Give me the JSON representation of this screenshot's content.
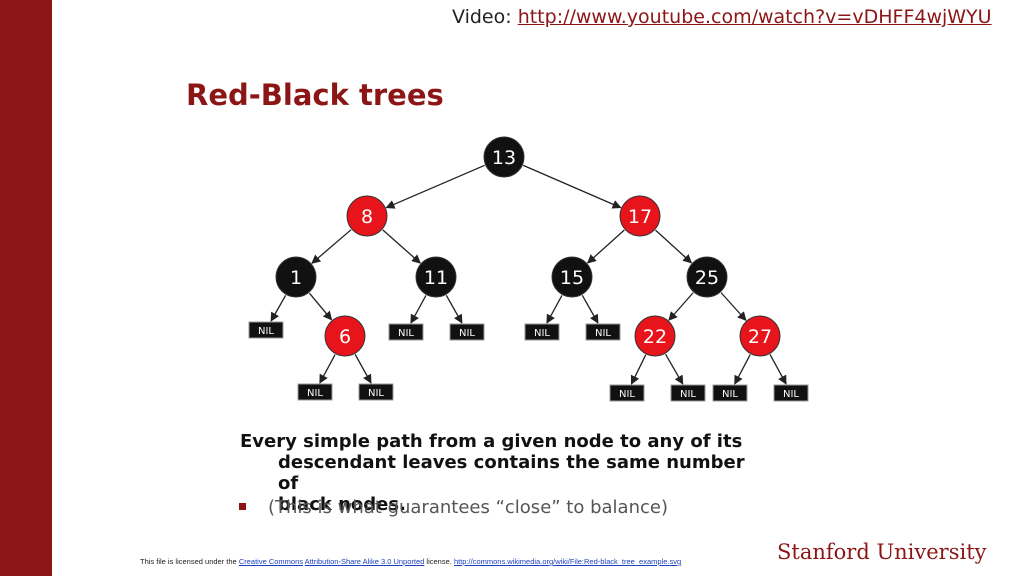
{
  "video": {
    "label": "Video:",
    "url": "http://www.youtube.com/watch?v=vDHFF4wjWYU"
  },
  "title": "Red-Black trees",
  "colors": {
    "brand": "#8c1515",
    "red_node": "#e8141b",
    "black_node": "#111111"
  },
  "tree": {
    "nodes": [
      {
        "id": "n13",
        "label": "13",
        "color": "black"
      },
      {
        "id": "n8",
        "label": "8",
        "color": "red"
      },
      {
        "id": "n17",
        "label": "17",
        "color": "red"
      },
      {
        "id": "n1",
        "label": "1",
        "color": "black"
      },
      {
        "id": "n11",
        "label": "11",
        "color": "black"
      },
      {
        "id": "n15",
        "label": "15",
        "color": "black"
      },
      {
        "id": "n25",
        "label": "25",
        "color": "black"
      },
      {
        "id": "n6",
        "label": "6",
        "color": "red"
      },
      {
        "id": "n22",
        "label": "22",
        "color": "red"
      },
      {
        "id": "n27",
        "label": "27",
        "color": "red"
      },
      {
        "id": "nil1",
        "label": "NIL",
        "color": "nil"
      },
      {
        "id": "nil2",
        "label": "NIL",
        "color": "nil"
      },
      {
        "id": "nil3",
        "label": "NIL",
        "color": "nil"
      },
      {
        "id": "nil4",
        "label": "NIL",
        "color": "nil"
      },
      {
        "id": "nil5",
        "label": "NIL",
        "color": "nil"
      },
      {
        "id": "nil6",
        "label": "NIL",
        "color": "nil"
      },
      {
        "id": "nil7",
        "label": "NIL",
        "color": "nil"
      },
      {
        "id": "nil8",
        "label": "NIL",
        "color": "nil"
      },
      {
        "id": "nil9",
        "label": "NIL",
        "color": "nil"
      },
      {
        "id": "nil10",
        "label": "NIL",
        "color": "nil"
      },
      {
        "id": "nil11",
        "label": "NIL",
        "color": "nil"
      }
    ],
    "edges": [
      [
        "n13",
        "n8"
      ],
      [
        "n13",
        "n17"
      ],
      [
        "n8",
        "n1"
      ],
      [
        "n8",
        "n11"
      ],
      [
        "n17",
        "n15"
      ],
      [
        "n17",
        "n25"
      ],
      [
        "n1",
        "nil1"
      ],
      [
        "n1",
        "n6"
      ],
      [
        "n6",
        "nil2"
      ],
      [
        "n6",
        "nil3"
      ],
      [
        "n11",
        "nil4"
      ],
      [
        "n11",
        "nil5"
      ],
      [
        "n15",
        "nil6"
      ],
      [
        "n15",
        "nil7"
      ],
      [
        "n25",
        "n22"
      ],
      [
        "n25",
        "n27"
      ],
      [
        "n22",
        "nil8"
      ],
      [
        "n22",
        "nil9"
      ],
      [
        "n27",
        "nil10"
      ],
      [
        "n27",
        "nil11"
      ]
    ]
  },
  "statement": {
    "line1": "Every simple path from a given node to any of its",
    "line2": "descendant leaves contains the same number of",
    "line3": "black nodes."
  },
  "bullet": "(This is what guarantees “close” to balance)",
  "footer": {
    "prefix": "This file is licensed under the",
    "link1": "Creative Commons",
    "link2": "Attribution-Share Alike 3.0 Unported",
    "mid": "license.",
    "link3": "http://commons.wikimedia.org/wiki/File:Red-black_tree_example.svg"
  },
  "logo": "Stanford University"
}
